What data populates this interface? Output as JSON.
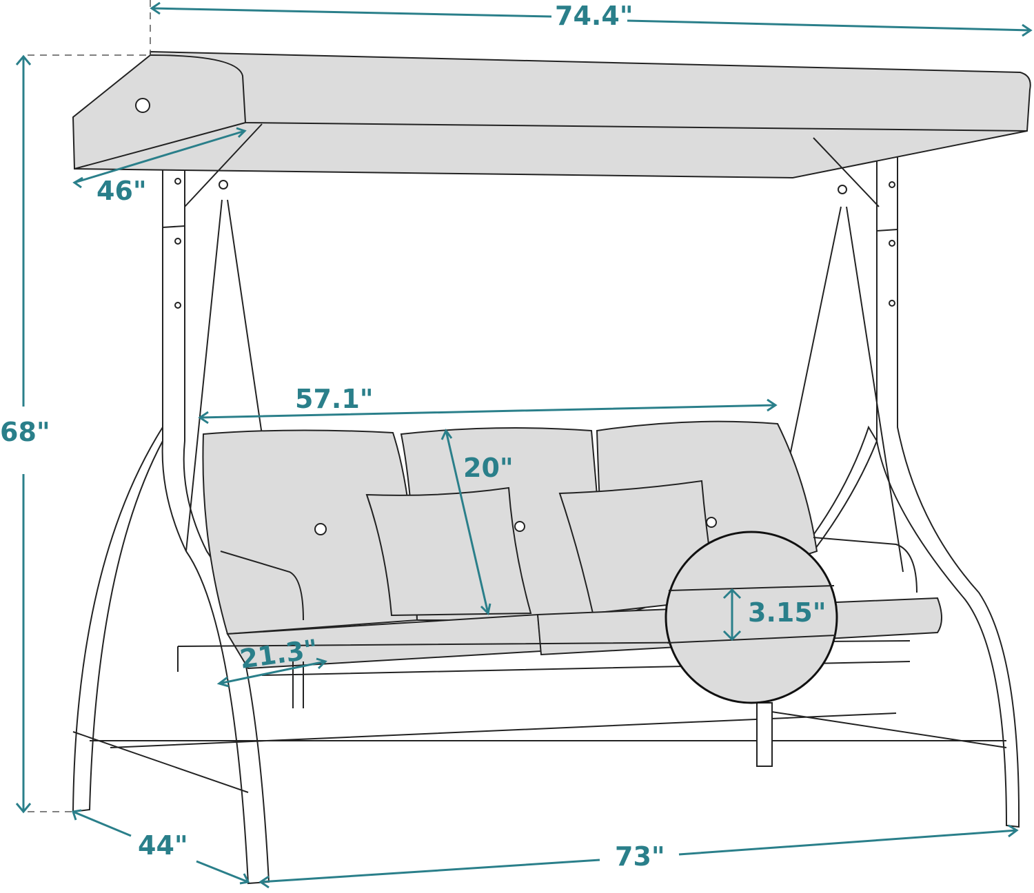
{
  "colors": {
    "dimension": "#2a7f8a",
    "cushion": "#dcdcdc",
    "outline": "#222222"
  },
  "dimensions": {
    "canopy_width": "74.4\"",
    "canopy_depth": "46\"",
    "overall_height": "68\"",
    "seat_width": "57.1\"",
    "backrest_height": "20\"",
    "cushion_thickness": "3.15\"",
    "seat_depth": "21.3\"",
    "base_depth": "44\"",
    "base_width": "73\""
  }
}
